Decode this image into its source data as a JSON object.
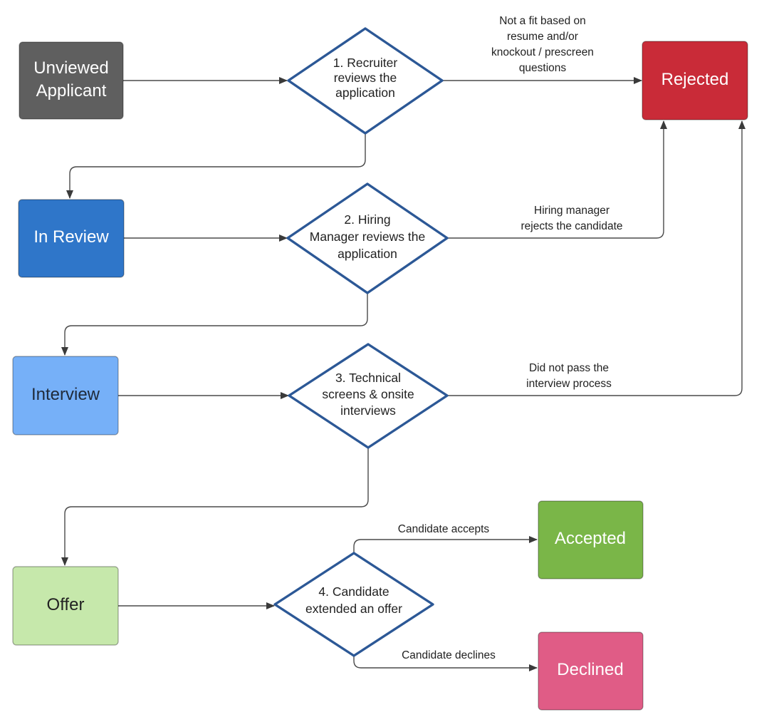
{
  "colors": {
    "unviewed": "#5f5f5f",
    "in_review": "#2f76c9",
    "interview": "#76b0f8",
    "offer": "#c6e8ab",
    "rejected": "#c92b38",
    "accepted": "#7ab648",
    "declined": "#e05c86",
    "diamond_stroke": "#2c5896",
    "edge": "#4a4a4a"
  },
  "states": {
    "unviewed": [
      "Unviewed",
      "Applicant"
    ],
    "in_review": [
      "In Review"
    ],
    "interview": [
      "Interview"
    ],
    "offer": [
      "Offer"
    ],
    "rejected": [
      "Rejected"
    ],
    "accepted": [
      "Accepted"
    ],
    "declined": [
      "Declined"
    ]
  },
  "decisions": {
    "d1": [
      "1. Recruiter",
      "reviews the",
      "application"
    ],
    "d2": [
      "2. Hiring",
      "Manager reviews the",
      "application"
    ],
    "d3": [
      "3. Technical",
      "screens & onsite",
      "interviews"
    ],
    "d4": [
      "4. Candidate",
      "extended an offer"
    ]
  },
  "edge_labels": {
    "not_fit": [
      "Not a fit based on",
      "resume and/or",
      "knockout / prescreen",
      "questions"
    ],
    "manager_rejects": [
      "Hiring manager",
      "rejects the candidate"
    ],
    "did_not_pass": [
      "Did not pass the",
      "interview process"
    ],
    "accepts": [
      "Candidate accepts"
    ],
    "declines": [
      "Candidate declines"
    ]
  }
}
